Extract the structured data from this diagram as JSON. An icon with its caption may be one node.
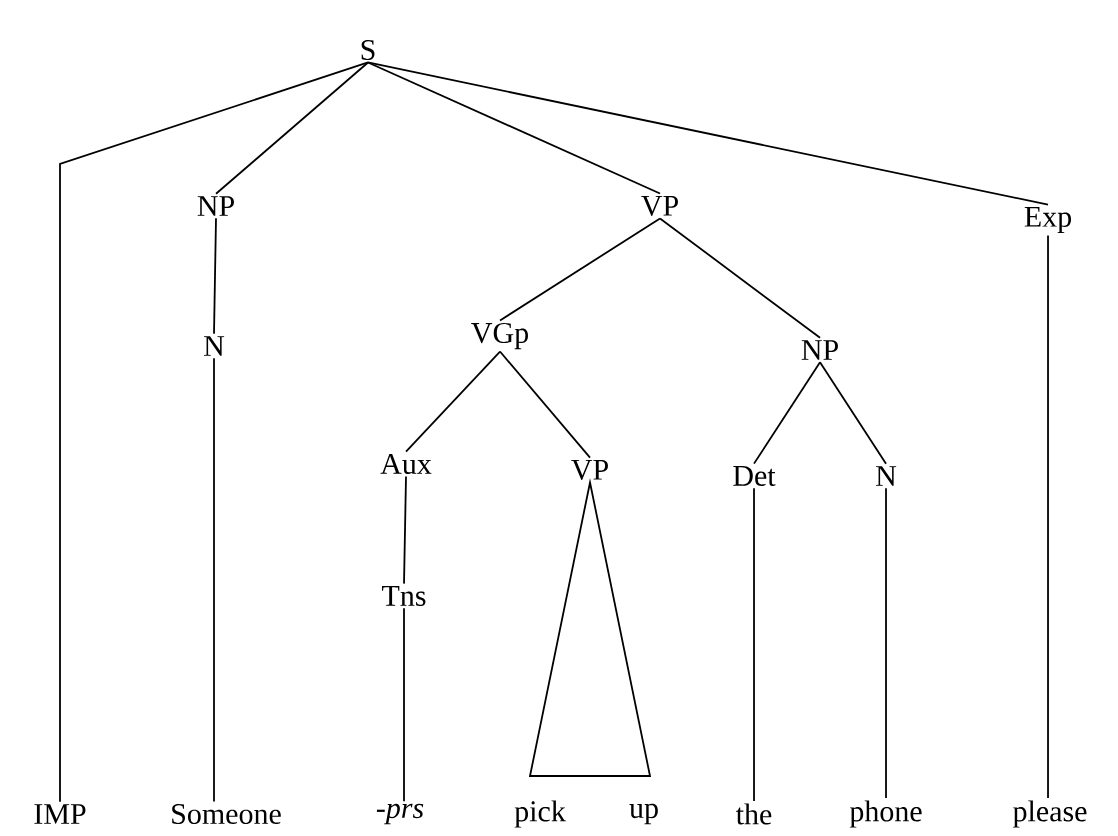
{
  "diagram": {
    "nodes": [
      {
        "text": [
          "S"
        ]
      },
      {
        "text": [
          "NP"
        ]
      },
      {
        "text": [
          "VP"
        ]
      },
      {
        "text": [
          "Exp"
        ]
      },
      {
        "text": [
          "N"
        ]
      },
      {
        "text": [
          "VGp"
        ]
      },
      {
        "text": [
          "NP"
        ]
      },
      {
        "text": [
          "Aux"
        ]
      },
      {
        "text": [
          "VP"
        ]
      },
      {
        "text": [
          "Det"
        ]
      },
      {
        "text": [
          "N"
        ]
      },
      {
        "text": [
          "Tns"
        ]
      },
      {
        "text": [
          "IMP"
        ]
      },
      {
        "text": [
          "Someone"
        ]
      },
      {
        "text": [
          "-*prs*"
        ]
      },
      {
        "text": [
          "pick"
        ]
      },
      {
        "text": [
          "up"
        ]
      },
      {
        "text": [
          "the"
        ]
      },
      {
        "text": [
          "phone"
        ]
      },
      {
        "text": [
          "please"
        ]
      }
    ],
    "edges": [
      {
        "from": 0,
        "to": 12,
        "arrow": "none"
      },
      {
        "from": 0,
        "to": 1,
        "arrow": "none"
      },
      {
        "from": 0,
        "to": 2,
        "arrow": "none"
      },
      {
        "from": 0,
        "to": 3,
        "arrow": "none"
      },
      {
        "from": 1,
        "to": 4,
        "arrow": "none"
      },
      {
        "from": 4,
        "to": 13,
        "arrow": "none"
      },
      {
        "from": 2,
        "to": 5,
        "arrow": "none"
      },
      {
        "from": 2,
        "to": 6,
        "arrow": "none"
      },
      {
        "from": 5,
        "to": 7,
        "arrow": "none"
      },
      {
        "from": 5,
        "to": 8,
        "arrow": "none"
      },
      {
        "from": 7,
        "to": 11,
        "arrow": "none"
      },
      {
        "from": 11,
        "to": 14,
        "arrow": "none"
      },
      {
        "from": 8,
        "to": 15,
        "arrow": "none"
      },
      {
        "from": 8,
        "to": 16,
        "arrow": "none"
      },
      {
        "from": 6,
        "to": 9,
        "arrow": "none"
      },
      {
        "from": 6,
        "to": 10,
        "arrow": "none"
      },
      {
        "from": 9,
        "to": 17,
        "arrow": "none"
      },
      {
        "from": 10,
        "to": 18,
        "arrow": "none"
      },
      {
        "from": 3,
        "to": 19,
        "arrow": "none"
      }
    ]
  }
}
